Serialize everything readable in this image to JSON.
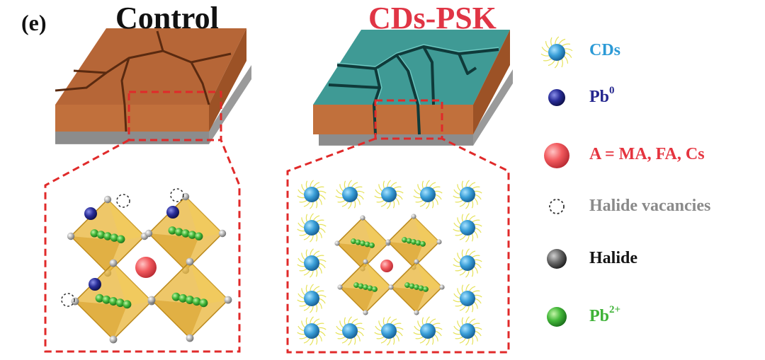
{
  "panel_label": "(e)",
  "titles": {
    "control": "Control",
    "cds_psk": "CDs-PSK"
  },
  "legend": [
    {
      "id": "cds",
      "text": "CDs",
      "sup": "",
      "color": "#2c9ad6",
      "icon": "carbon-dot-icon"
    },
    {
      "id": "pb0",
      "text": "Pb",
      "sup": "0",
      "color": "#25278f",
      "icon": "pb0-sphere-icon"
    },
    {
      "id": "a-cation",
      "text": "A = MA, FA, Cs",
      "sup": "",
      "color": "#e5343f",
      "icon": "a-cation-sphere-icon"
    },
    {
      "id": "vacancy",
      "text": "Halide vacancies",
      "sup": "",
      "color": "#8a8a8a",
      "icon": "halide-vacancy-icon"
    },
    {
      "id": "halide",
      "text": "Halide",
      "sup": "",
      "color": "#151515",
      "icon": "halide-sphere-icon"
    },
    {
      "id": "pb2",
      "text": "Pb",
      "sup": "2+",
      "color": "#3fb338",
      "icon": "pb2-sphere-icon"
    }
  ],
  "colors": {
    "film_top": "#b5673a",
    "film_side": "#9c5226",
    "film_front": "#c06e3a",
    "cds_coating": "#3f9a95",
    "substrate": "#9a9a9a",
    "dash": "#e02a2a",
    "octahedron": "#e8b437",
    "halide": "#c8c8c8",
    "pb2": "#3fb338"
  }
}
